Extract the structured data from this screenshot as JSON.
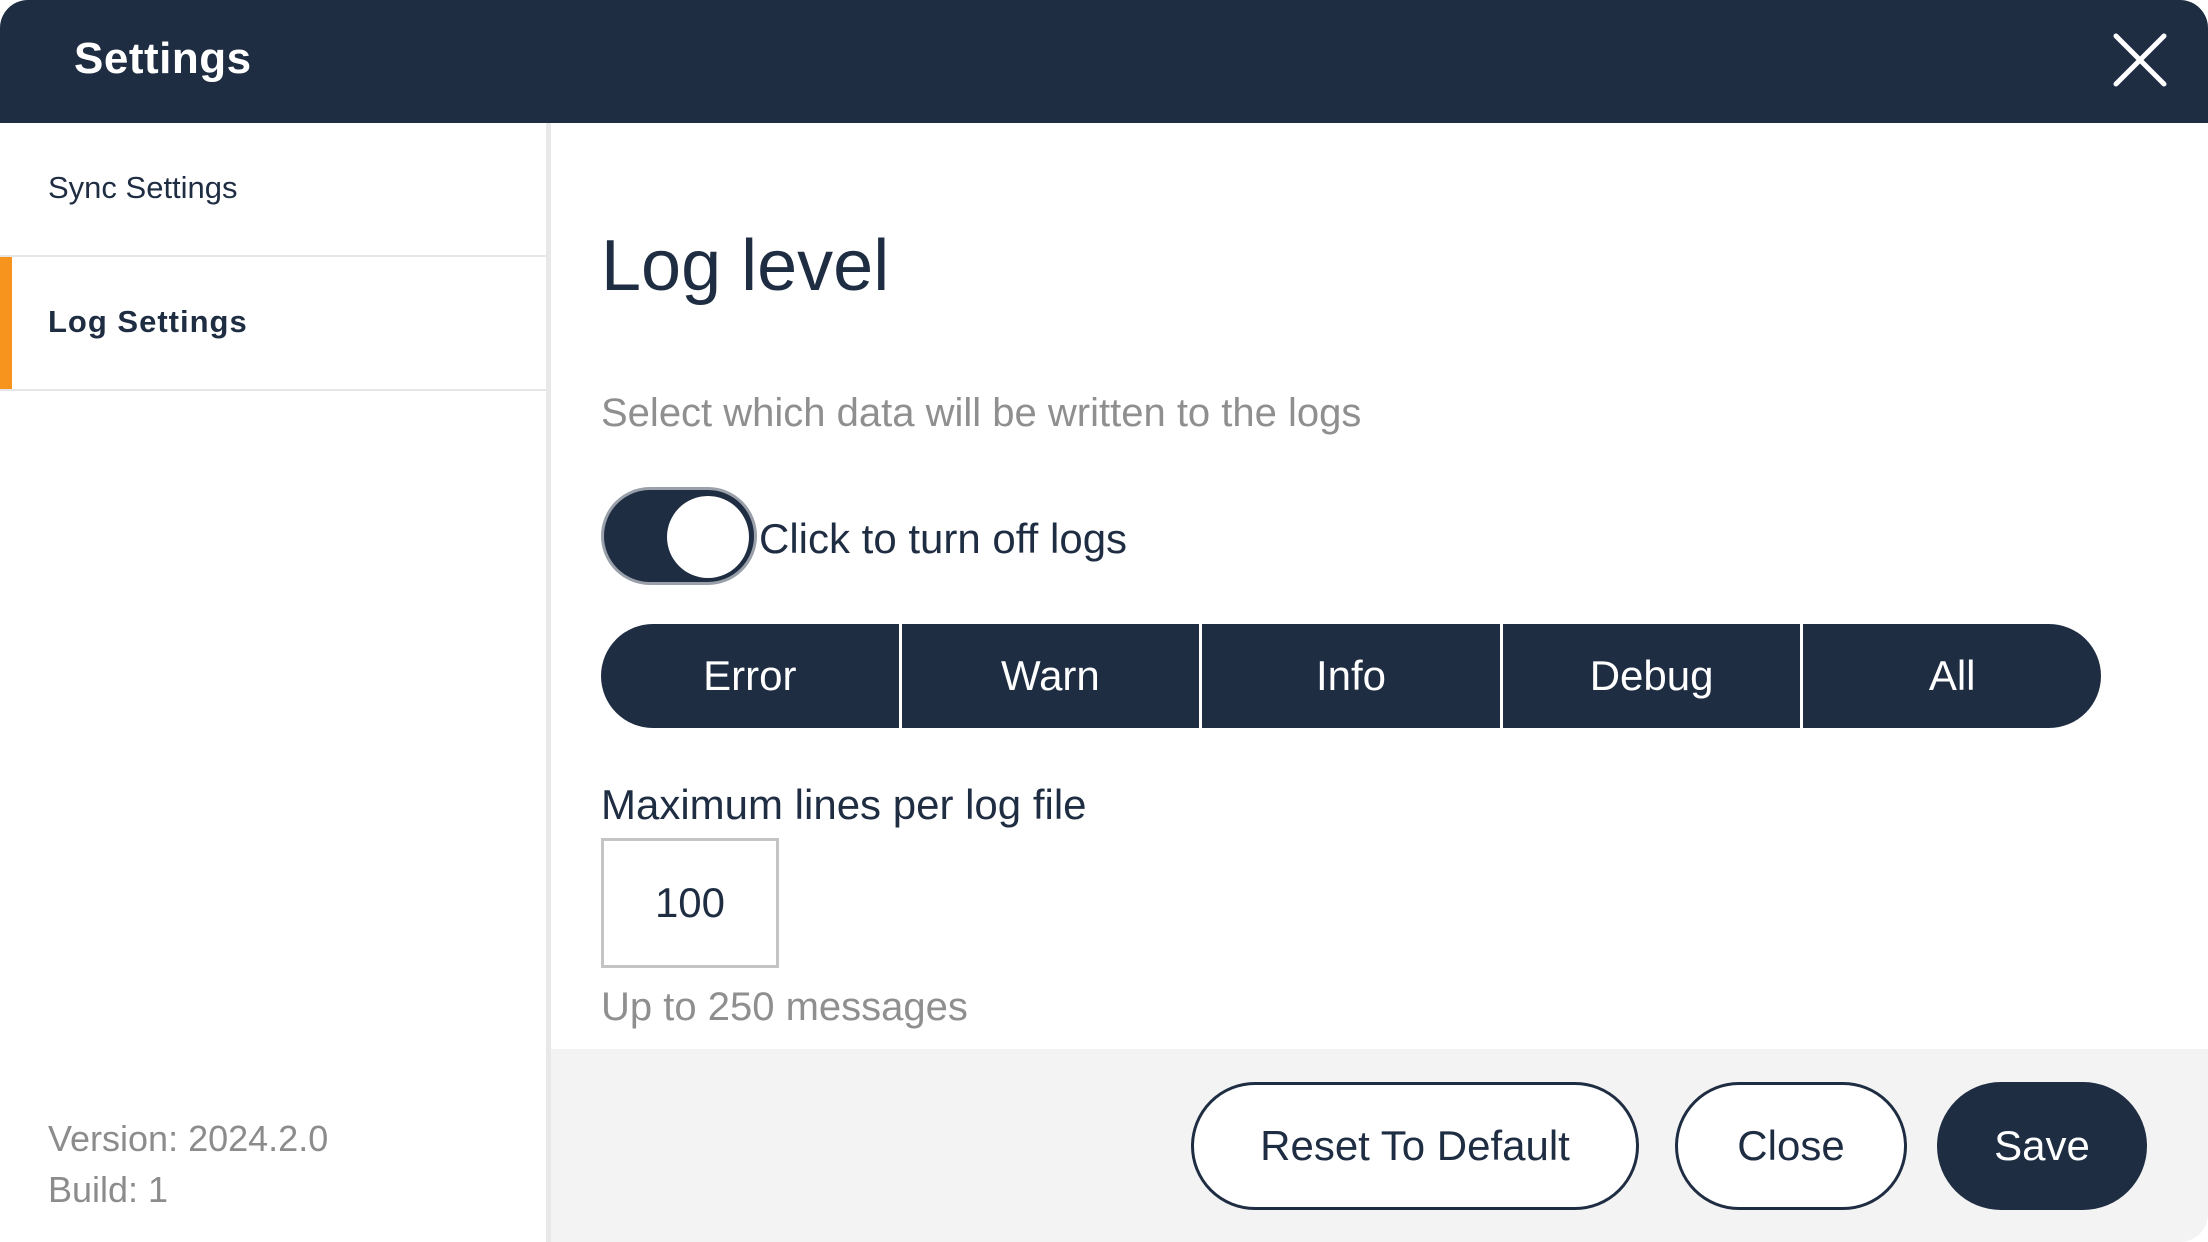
{
  "header": {
    "title": "Settings",
    "close_icon": "close-icon"
  },
  "sidebar": {
    "items": [
      {
        "label": "Sync Settings",
        "active": false
      },
      {
        "label": "Log Settings",
        "active": true
      }
    ],
    "version": "Version: 2024.2.0",
    "build": "Build: 1"
  },
  "main": {
    "title": "Log level",
    "subtitle": "Select which data will be written to the logs",
    "toggle": {
      "on": true,
      "label": "Click to turn off logs"
    },
    "levels": [
      "Error",
      "Warn",
      "Info",
      "Debug",
      "All"
    ],
    "max_lines": {
      "label": "Maximum lines per log file",
      "value": "100",
      "hint": "Up to 250 messages"
    }
  },
  "footer": {
    "reset_label": "Reset To Default",
    "close_label": "Close",
    "save_label": "Save"
  },
  "colors": {
    "primary": "#1f2d43",
    "accent": "#f7941d",
    "muted_text": "#8f8f8f",
    "footer_bg": "#f3f3f3"
  }
}
